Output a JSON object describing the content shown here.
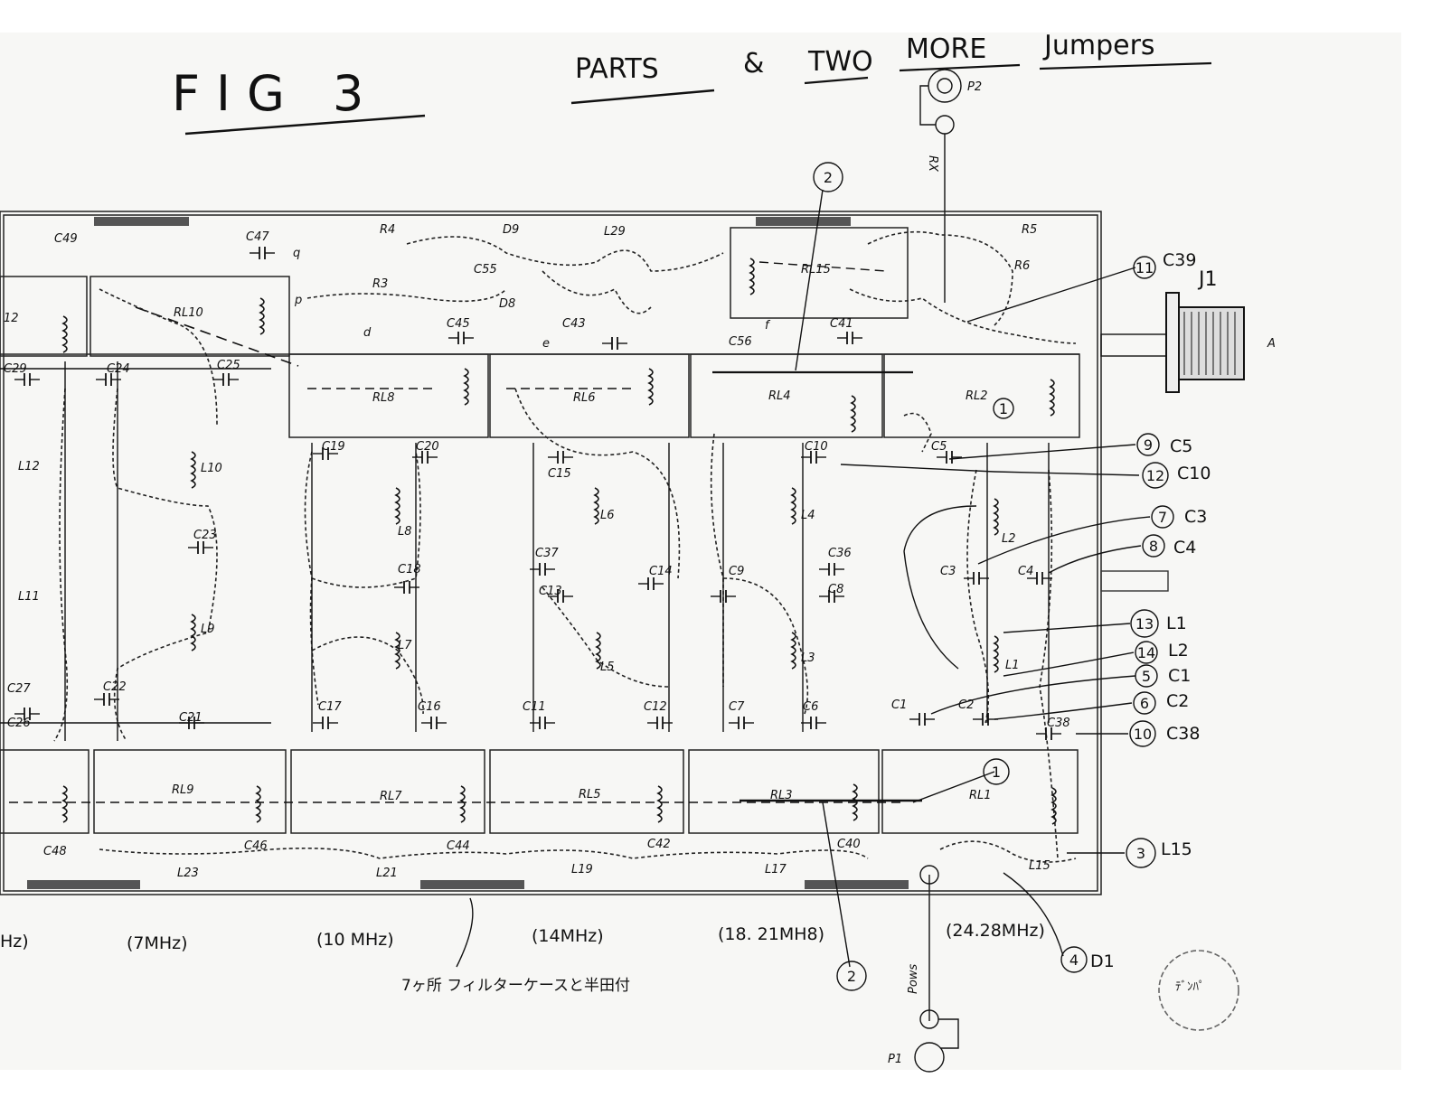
{
  "title": {
    "fig": "FIG 3",
    "parts": "PARTS",
    "amp": "&",
    "two": "TWO",
    "more": "MORE",
    "jumpers": "Jumpers"
  },
  "connectors": {
    "p2": "P2",
    "rx": "RX",
    "j1": "J1",
    "ant": "A",
    "power": "Pows",
    "p1": "P1"
  },
  "bands": [
    "Hz)",
    "(7MHz)",
    "(10 MHz)",
    "(14MHz)",
    "(18. 21MH8)",
    "(24.28MHz)"
  ],
  "note_jp": "7ヶ所 フィルターケースと半田付",
  "relays_top": [
    "RL10",
    "RL8",
    "RL6",
    "RL4",
    "RL2",
    "RL15"
  ],
  "relays_bottom": [
    "RL9",
    "RL7",
    "RL5",
    "RL3",
    "RL1"
  ],
  "parts_labels": {
    "top": [
      "C49",
      "C47",
      "R4",
      "D9",
      "L29",
      "R5",
      "R6",
      "R3",
      "D8",
      "C55",
      "C56",
      "C41",
      "C45",
      "C43",
      "q",
      "p",
      "d",
      "e",
      "f",
      "12"
    ],
    "mid": [
      "C29",
      "C24",
      "C25",
      "L12",
      "L10",
      "C23",
      "L11",
      "L9",
      "C27",
      "C26",
      "C22",
      "C21",
      "C19",
      "C20",
      "L8",
      "C18",
      "L7",
      "C17",
      "C16",
      "C15",
      "L6",
      "C37",
      "C13",
      "C14",
      "L5",
      "C11",
      "C12",
      "C10",
      "L4",
      "C9",
      "C36",
      "C8",
      "L3",
      "C7",
      "C6",
      "C5",
      "L2",
      "C3",
      "C4",
      "L1",
      "C1",
      "C2",
      "C38"
    ],
    "bottom": [
      "C48",
      "C46",
      "L23",
      "L21",
      "C44",
      "C42",
      "L19",
      "C40",
      "L17",
      "L15"
    ]
  },
  "callouts": [
    {
      "num": "11",
      "label": "C39"
    },
    {
      "num": "9",
      "label": "C5"
    },
    {
      "num": "12",
      "label": "C10"
    },
    {
      "num": "7",
      "label": "C3"
    },
    {
      "num": "8",
      "label": "C4"
    },
    {
      "num": "13",
      "label": "L1"
    },
    {
      "num": "14",
      "label": "L2"
    },
    {
      "num": "5",
      "label": "C1"
    },
    {
      "num": "6",
      "label": "C2"
    },
    {
      "num": "10",
      "label": "C38"
    },
    {
      "num": "3",
      "label": "L15"
    },
    {
      "num": "4",
      "label": "D1"
    }
  ],
  "jumper_marks": [
    "2",
    "1",
    "1",
    "2"
  ],
  "stamp": "ﾃﾞﾝﾊﾟ"
}
